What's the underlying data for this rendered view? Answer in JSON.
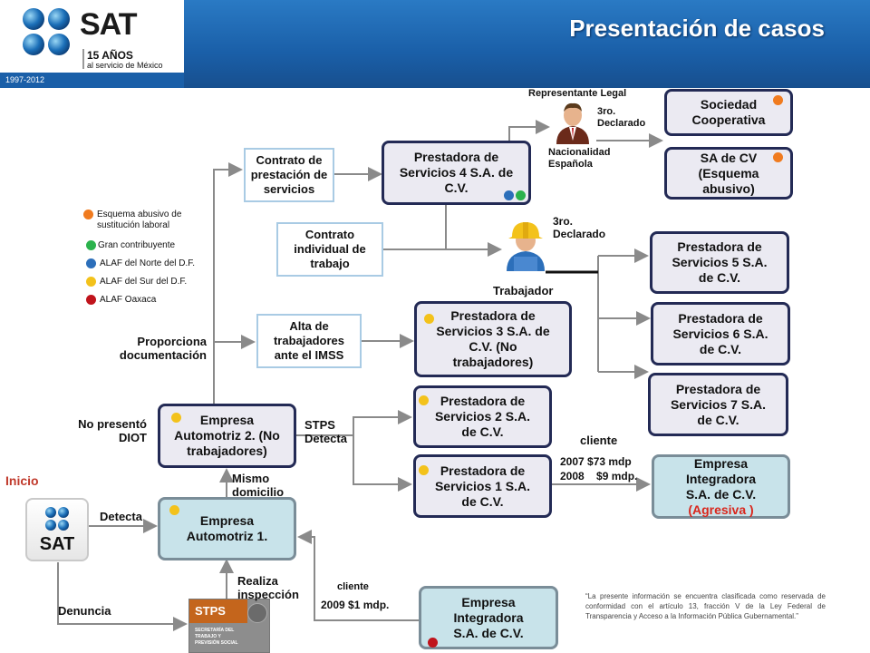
{
  "header": {
    "logo_word": "SAT",
    "logo_years": "15 AÑOS",
    "logo_tagline": "al servicio de México",
    "logo_period": "1997-2012",
    "title": "Presentación de casos"
  },
  "legend": [
    {
      "label": "Esquema abusivo de sustitución laboral",
      "color": "#f07b1f"
    },
    {
      "label": "Gran contribuyente",
      "color": "#2bb24c"
    },
    {
      "label": "ALAF del Norte del D.F.",
      "color": "#2c6fba"
    },
    {
      "label": "ALAF del Sur del D.F.",
      "color": "#f3c21b"
    },
    {
      "label": "ALAF Oaxaca",
      "color": "#c0141c"
    }
  ],
  "boxes": {
    "sociedad_cooperativa": "Sociedad Cooperativa",
    "sa_de_cv": "SA de CV (Esquema abusivo)",
    "prestadora4": "Prestadora de Servicios 4 S.A. de C.V.",
    "contrato_prestacion": "Contrato de prestación de servicios",
    "contrato_individual": "Contrato individual de trabajo",
    "prestadora5": "Prestadora de Servicios 5 S.A. de C.V.",
    "prestadora6": "Prestadora de Servicios 6 S.A. de C.V.",
    "prestadora7": "Prestadora de Servicios 7 S.A. de C.V.",
    "alta_imss": "Alta de trabajadores ante el IMSS",
    "prestadora3": "Prestadora de Servicios 3 S.A. de C.V. (No trabajadores)",
    "empresa2": "Empresa Automotriz 2. (No trabajadores)",
    "prestadora2": "Prestadora de Servicios 2 S.A. de C.V.",
    "prestadora1": "Prestadora de Servicios 1 S.A. de C.V.",
    "integradora_top_l1": "Empresa Integradora S.A. de C.V.",
    "integradora_top_l2": "(Agresiva )",
    "empresa1": "Empresa Automotriz 1.",
    "integradora_bottom": "Empresa Integradora S.A. de C.V.",
    "sat_node": "SAT",
    "stps_node": "STPS",
    "stps_sub": "SECRETARÍA DEL TRABAJO Y PREVISIÓN SOCIAL"
  },
  "labels": {
    "representante": "Representante Legal",
    "tercero1": "3ro. Declarado",
    "nacionalidad": "Nacionalidad Española",
    "tercero2": "3ro. Declarado",
    "trabajador": "Trabajador",
    "proporciona": "Proporciona documentación",
    "no_presento": "No presentó DIOT",
    "stps_detecta": "STPS Detecta",
    "cliente1": "cliente",
    "mdp_2007": "2007 $73 mdp",
    "mdp_2008": "2008    $9 mdp.",
    "mismo": "Mismo domicilio",
    "detecta": "Detecta",
    "realiza": "Realiza inspección",
    "cliente2": "cliente",
    "mdp_2009": "2009 $1 mdp.",
    "denuncia": "Denuncia",
    "inicio": "Inicio"
  },
  "disclaimer": "“La presente información se encuentra clasificada como reservada de conformidad con el artículo 13, fracción V de la Ley Federal de Transparencia y Acceso a la Información Pública Gubernamental.”"
}
